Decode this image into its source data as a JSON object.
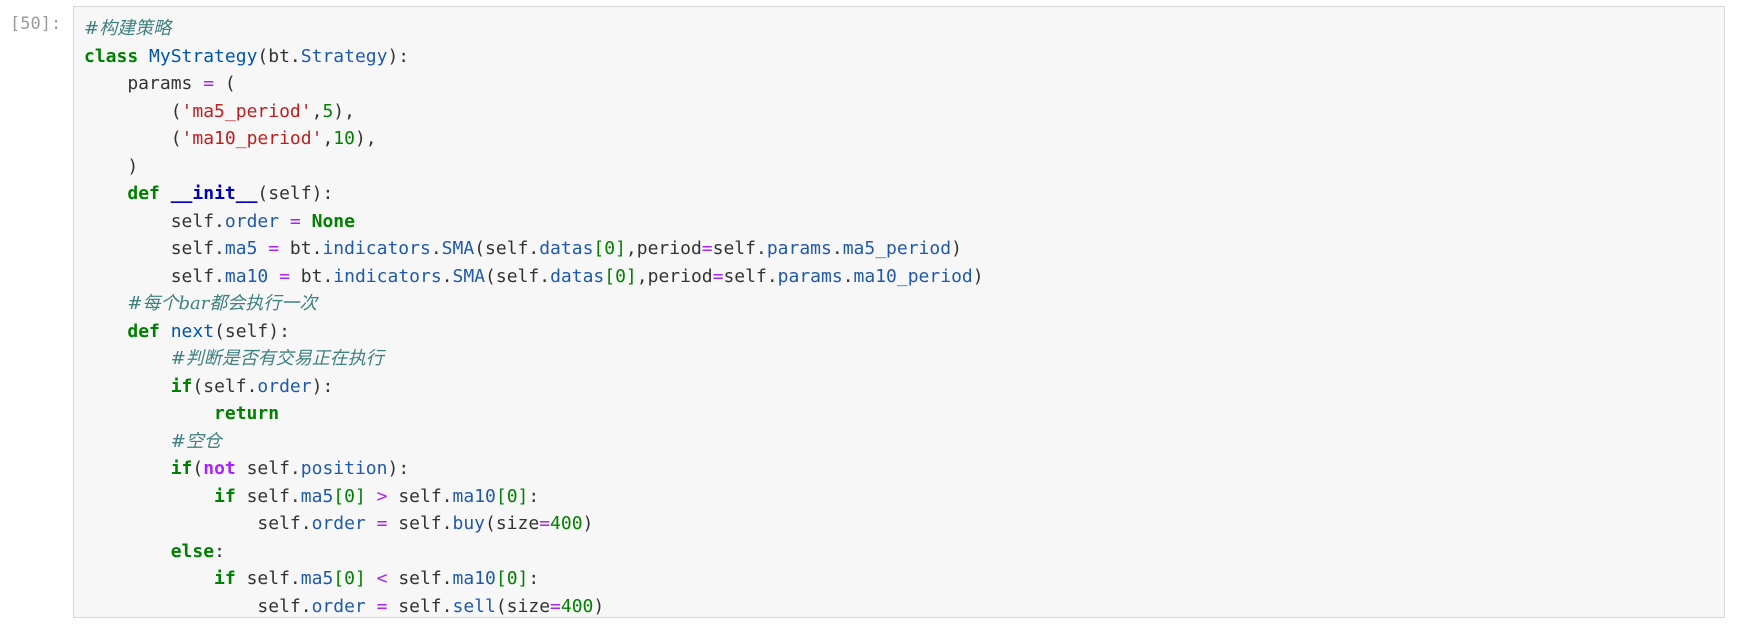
{
  "cell": {
    "prompt": "[50]:",
    "lines": [
      [
        {
          "t": "com",
          "v": "#构建策略"
        }
      ],
      [
        {
          "t": "kw",
          "v": "class"
        },
        {
          "t": "txt",
          "v": " "
        },
        {
          "t": "cls",
          "v": "MyStrategy"
        },
        {
          "t": "txt",
          "v": "(bt."
        },
        {
          "t": "attr",
          "v": "Strategy"
        },
        {
          "t": "txt",
          "v": "):"
        }
      ],
      [
        {
          "t": "txt",
          "v": "    params "
        },
        {
          "t": "op",
          "v": "="
        },
        {
          "t": "txt",
          "v": " ("
        }
      ],
      [
        {
          "t": "txt",
          "v": "        ("
        },
        {
          "t": "str",
          "v": "'ma5_period'"
        },
        {
          "t": "txt",
          "v": ","
        },
        {
          "t": "num",
          "v": "5"
        },
        {
          "t": "txt",
          "v": "),"
        }
      ],
      [
        {
          "t": "txt",
          "v": "        ("
        },
        {
          "t": "str",
          "v": "'ma10_period'"
        },
        {
          "t": "txt",
          "v": ","
        },
        {
          "t": "num",
          "v": "10"
        },
        {
          "t": "txt",
          "v": "),"
        }
      ],
      [
        {
          "t": "txt",
          "v": "    )"
        }
      ],
      [
        {
          "t": "txt",
          "v": "    "
        },
        {
          "t": "kw",
          "v": "def"
        },
        {
          "t": "txt",
          "v": " "
        },
        {
          "t": "spec",
          "v": "__init__"
        },
        {
          "t": "txt",
          "v": "(self):"
        }
      ],
      [
        {
          "t": "txt",
          "v": "        self."
        },
        {
          "t": "attr",
          "v": "order"
        },
        {
          "t": "txt",
          "v": " "
        },
        {
          "t": "op",
          "v": "="
        },
        {
          "t": "txt",
          "v": " "
        },
        {
          "t": "kw",
          "v": "None"
        }
      ],
      [
        {
          "t": "txt",
          "v": "        self."
        },
        {
          "t": "attr",
          "v": "ma5"
        },
        {
          "t": "txt",
          "v": " "
        },
        {
          "t": "op",
          "v": "="
        },
        {
          "t": "txt",
          "v": " bt."
        },
        {
          "t": "attr",
          "v": "indicators"
        },
        {
          "t": "txt",
          "v": "."
        },
        {
          "t": "attr",
          "v": "SMA"
        },
        {
          "t": "txt",
          "v": "(self."
        },
        {
          "t": "attr",
          "v": "datas"
        },
        {
          "t": "idx",
          "v": "[0]"
        },
        {
          "t": "txt",
          "v": ",period"
        },
        {
          "t": "op",
          "v": "="
        },
        {
          "t": "txt",
          "v": "self."
        },
        {
          "t": "attr",
          "v": "params"
        },
        {
          "t": "txt",
          "v": "."
        },
        {
          "t": "attr",
          "v": "ma5_period"
        },
        {
          "t": "txt",
          "v": ")"
        }
      ],
      [
        {
          "t": "txt",
          "v": "        self."
        },
        {
          "t": "attr",
          "v": "ma10"
        },
        {
          "t": "txt",
          "v": " "
        },
        {
          "t": "op",
          "v": "="
        },
        {
          "t": "txt",
          "v": " bt."
        },
        {
          "t": "attr",
          "v": "indicators"
        },
        {
          "t": "txt",
          "v": "."
        },
        {
          "t": "attr",
          "v": "SMA"
        },
        {
          "t": "txt",
          "v": "(self."
        },
        {
          "t": "attr",
          "v": "datas"
        },
        {
          "t": "idx",
          "v": "[0]"
        },
        {
          "t": "txt",
          "v": ",period"
        },
        {
          "t": "op",
          "v": "="
        },
        {
          "t": "txt",
          "v": "self."
        },
        {
          "t": "attr",
          "v": "params"
        },
        {
          "t": "txt",
          "v": "."
        },
        {
          "t": "attr",
          "v": "ma10_period"
        },
        {
          "t": "txt",
          "v": ")"
        }
      ],
      [
        {
          "t": "txt",
          "v": "    "
        },
        {
          "t": "com",
          "v": "#每个bar都会执行一次"
        }
      ],
      [
        {
          "t": "txt",
          "v": "    "
        },
        {
          "t": "kw",
          "v": "def"
        },
        {
          "t": "txt",
          "v": " "
        },
        {
          "t": "fn",
          "v": "next"
        },
        {
          "t": "txt",
          "v": "(self):"
        }
      ],
      [
        {
          "t": "txt",
          "v": "        "
        },
        {
          "t": "com",
          "v": "#判断是否有交易正在执行"
        }
      ],
      [
        {
          "t": "txt",
          "v": "        "
        },
        {
          "t": "kw",
          "v": "if"
        },
        {
          "t": "txt",
          "v": "(self."
        },
        {
          "t": "attr",
          "v": "order"
        },
        {
          "t": "txt",
          "v": "):"
        }
      ],
      [
        {
          "t": "txt",
          "v": "            "
        },
        {
          "t": "kw",
          "v": "return"
        }
      ],
      [
        {
          "t": "txt",
          "v": "        "
        },
        {
          "t": "com",
          "v": "#空仓"
        }
      ],
      [
        {
          "t": "txt",
          "v": "        "
        },
        {
          "t": "kw",
          "v": "if"
        },
        {
          "t": "txt",
          "v": "("
        },
        {
          "t": "opb",
          "v": "not"
        },
        {
          "t": "txt",
          "v": " self."
        },
        {
          "t": "attr",
          "v": "position"
        },
        {
          "t": "txt",
          "v": "):"
        }
      ],
      [
        {
          "t": "txt",
          "v": "            "
        },
        {
          "t": "kw",
          "v": "if"
        },
        {
          "t": "txt",
          "v": " self."
        },
        {
          "t": "attr",
          "v": "ma5"
        },
        {
          "t": "idx",
          "v": "[0]"
        },
        {
          "t": "txt",
          "v": " "
        },
        {
          "t": "op",
          "v": ">"
        },
        {
          "t": "txt",
          "v": " self."
        },
        {
          "t": "attr",
          "v": "ma10"
        },
        {
          "t": "idx",
          "v": "[0]"
        },
        {
          "t": "txt",
          "v": ":"
        }
      ],
      [
        {
          "t": "txt",
          "v": "                self."
        },
        {
          "t": "attr",
          "v": "order"
        },
        {
          "t": "txt",
          "v": " "
        },
        {
          "t": "op",
          "v": "="
        },
        {
          "t": "txt",
          "v": " self."
        },
        {
          "t": "attr",
          "v": "buy"
        },
        {
          "t": "txt",
          "v": "(size"
        },
        {
          "t": "op",
          "v": "="
        },
        {
          "t": "num",
          "v": "400"
        },
        {
          "t": "txt",
          "v": ")"
        }
      ],
      [
        {
          "t": "txt",
          "v": "        "
        },
        {
          "t": "kw",
          "v": "else"
        },
        {
          "t": "txt",
          "v": ":"
        }
      ],
      [
        {
          "t": "txt",
          "v": "            "
        },
        {
          "t": "kw",
          "v": "if"
        },
        {
          "t": "txt",
          "v": " self."
        },
        {
          "t": "attr",
          "v": "ma5"
        },
        {
          "t": "idx",
          "v": "[0]"
        },
        {
          "t": "txt",
          "v": " "
        },
        {
          "t": "op",
          "v": "<"
        },
        {
          "t": "txt",
          "v": " self."
        },
        {
          "t": "attr",
          "v": "ma10"
        },
        {
          "t": "idx",
          "v": "[0]"
        },
        {
          "t": "txt",
          "v": ":"
        }
      ],
      [
        {
          "t": "txt",
          "v": "                self."
        },
        {
          "t": "attr",
          "v": "order"
        },
        {
          "t": "txt",
          "v": " "
        },
        {
          "t": "op",
          "v": "="
        },
        {
          "t": "txt",
          "v": " self."
        },
        {
          "t": "attr",
          "v": "sell"
        },
        {
          "t": "txt",
          "v": "(size"
        },
        {
          "t": "op",
          "v": "="
        },
        {
          "t": "num",
          "v": "400"
        },
        {
          "t": "txt",
          "v": ")"
        }
      ]
    ]
  }
}
